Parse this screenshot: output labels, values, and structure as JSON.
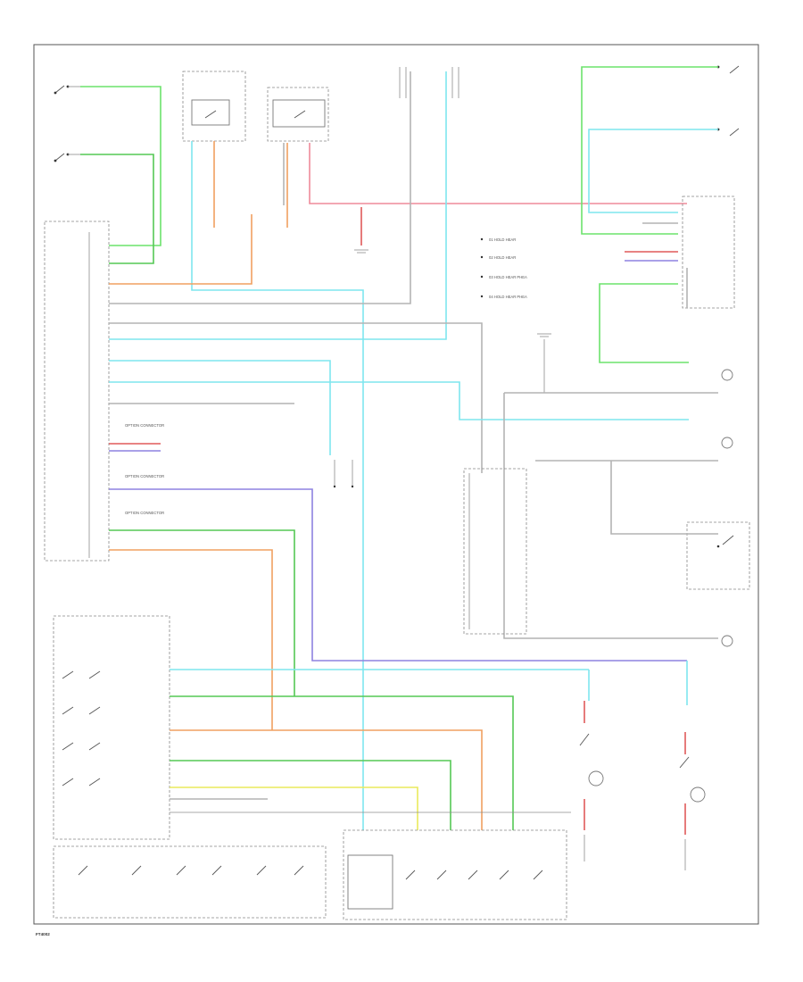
{
  "footer": {
    "code": "FT4002"
  },
  "legend": {
    "items": [
      "01 HOLD HEAR",
      "02 HOLD HEAR",
      "03 HOLD HEAR PHEA",
      "04 HOLD HEAR PHEA"
    ]
  },
  "connector_labels": {
    "option_1": "OPTION CONNECTOR",
    "option_2": "OPTION CONNECTOR",
    "option_3": "OPTION CONNECTOR"
  },
  "colors": {
    "light_green": "#6ce36c",
    "green": "#55c855",
    "light_blue": "#7fe6ee",
    "orange": "#f0a060",
    "pink": "#ef8a9a",
    "red": "#e05a5a",
    "violet": "#8e82e0",
    "gray": "#b4b4b4",
    "yellow": "#eaea5c"
  }
}
